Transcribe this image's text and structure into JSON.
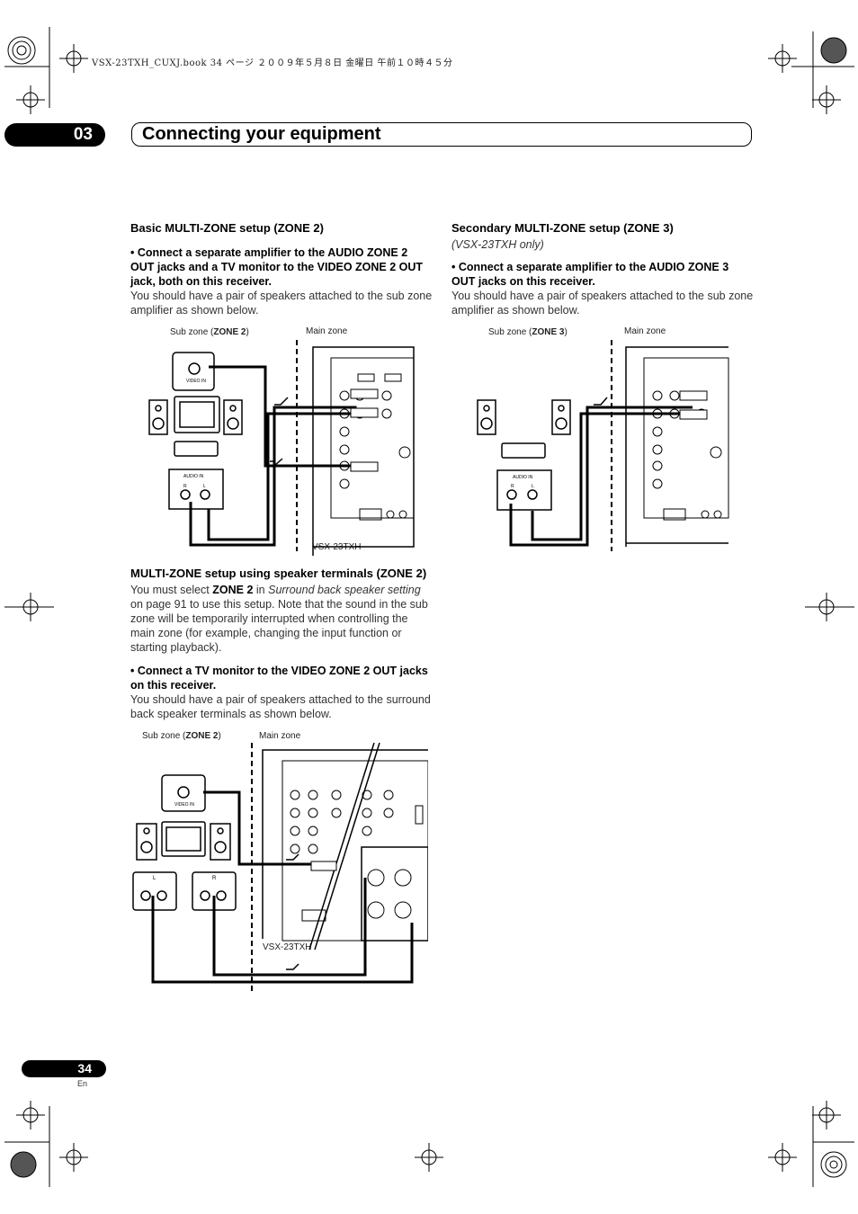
{
  "print_line": "VSX-23TXH_CUXJ.book  34 ページ  ２００９年５月８日  金曜日  午前１０時４５分",
  "chapter": {
    "number": "03",
    "title": "Connecting your equipment"
  },
  "basic": {
    "heading": "Basic MULTI-ZONE setup (ZONE 2)",
    "bullet": "•    Connect a separate amplifier to the AUDIO ZONE 2 OUT jacks and a TV monitor to the VIDEO ZONE 2 OUT jack, both on this receiver.",
    "body": "You should have a pair of speakers attached to the sub zone amplifier as shown below."
  },
  "secondary": {
    "heading": "Secondary MULTI-ZONE setup (ZONE 3)",
    "note": "(VSX-23TXH only)",
    "bullet": "•    Connect a separate amplifier to the AUDIO ZONE 3 OUT jacks on this receiver.",
    "body": "You should have a pair of speakers attached to the sub zone amplifier as shown below."
  },
  "speaker_terminals": {
    "heading": "MULTI-ZONE setup using speaker terminals (ZONE 2)",
    "body_1": "You must select ",
    "body_bold": "ZONE 2",
    "body_2": " in ",
    "body_italic": "Surround back speaker setting",
    "body_3": " on page 91 to use this setup. Note that the sound in the sub zone will be temporarily interrupted when controlling the main zone (for example, changing the input function or starting playback).",
    "bullet": "•    Connect a TV monitor to the VIDEO ZONE 2 OUT jacks on this receiver.",
    "body_after": "You should have a pair of speakers attached to the surround back speaker terminals as shown below."
  },
  "diagrams": {
    "sub_zone_prefix": "Sub zone (",
    "sub_zone_suffix": ")",
    "zone2": "ZONE 2",
    "zone3": "ZONE 3",
    "main_zone": "Main zone",
    "model": "VSX-23TXH",
    "video_in": "VIDEO IN",
    "audio_in": "AUDIO IN",
    "r": "R",
    "l": "L"
  },
  "footer": {
    "page_number": "34",
    "language": "En"
  }
}
